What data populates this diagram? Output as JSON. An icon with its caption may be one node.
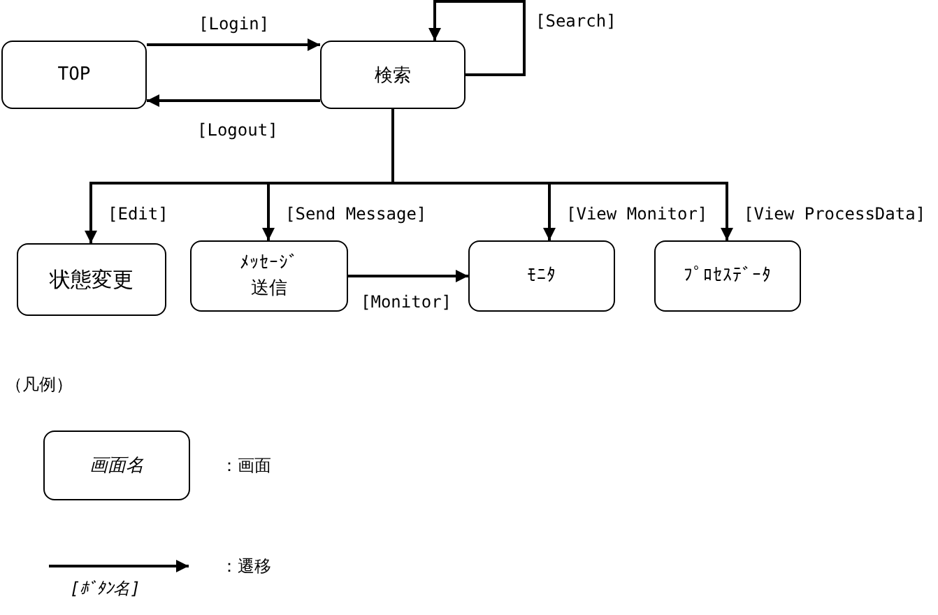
{
  "diagram": {
    "nodes": [
      {
        "text": [
          "TOP"
        ]
      },
      {
        "text": [
          "検索"
        ]
      },
      {
        "text": [
          "状態変更"
        ]
      },
      {
        "text": [
          "ﾒｯｾｰｼﾞ送信"
        ]
      },
      {
        "text": [
          "ﾓﾆﾀ"
        ]
      },
      {
        "text": [
          "ﾌﾟﾛｾｽﾃﾞｰﾀ"
        ]
      },
      {
        "text": [
          "*画面名*"
        ]
      }
    ],
    "edges": [
      {
        "from": 0,
        "to": 1,
        "arrow": "to",
        "label": "[Login]"
      },
      {
        "from": 1,
        "to": 0,
        "arrow": "to",
        "label": "[Logout]"
      },
      {
        "from": 1,
        "to": 1,
        "arrow": "to",
        "label": "[Search]"
      },
      {
        "from": 1,
        "to": 2,
        "arrow": "to",
        "label": "[Edit]"
      },
      {
        "from": 1,
        "to": 3,
        "arrow": "to",
        "label": "[Send Message]"
      },
      {
        "from": 1,
        "to": 4,
        "arrow": "to",
        "label": "[View Monitor]"
      },
      {
        "from": 1,
        "to": 5,
        "arrow": "to",
        "label": "[View ProcessData]"
      },
      {
        "from": 3,
        "to": 4,
        "arrow": "to",
        "label": "[Monitor]"
      }
    ],
    "labels": [
      "（凡例）",
      "[ﾎﾞﾀﾝ名]"
    ],
    "legend": [
      {
        "text": "：画面"
      },
      {
        "text": "：遷移"
      }
    ]
  }
}
